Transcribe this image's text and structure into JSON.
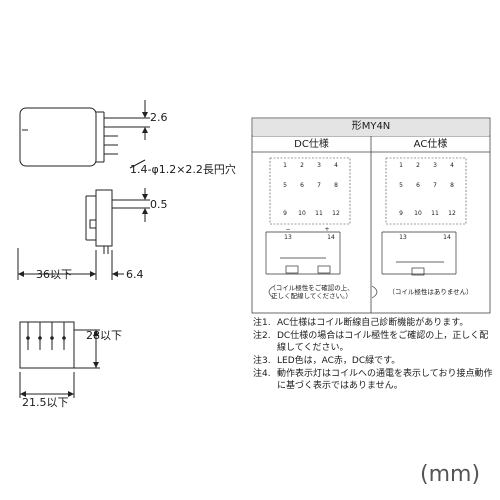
{
  "dimensions": {
    "pin_pitch": "2.6",
    "hole_spec": "1.4-φ1.2×2.2長円穴",
    "terminal_thickness": "0.5",
    "body_depth": "36以下",
    "terminal_length": "6.4",
    "height": "28以下",
    "width": "21.5以下"
  },
  "model_table": {
    "title": "形MY4N",
    "dc_header": "DC仕様",
    "ac_header": "AC仕様",
    "pins_top_row": [
      "1",
      "2",
      "3",
      "4"
    ],
    "pins_mid_row": [
      "5",
      "6",
      "7",
      "8"
    ],
    "pins_bottom_row": [
      "9",
      "10",
      "11",
      "12"
    ],
    "coil_pins": [
      "13",
      "14"
    ],
    "polarity_marks": [
      "−",
      "+"
    ],
    "dc_caption": [
      "（コイル極性をご確認の上、",
      "正しく配線してください。）"
    ],
    "ac_caption": "（コイル極性はありません）"
  },
  "notes": [
    {
      "label": "注1.",
      "text": "AC仕様はコイル断線自己診断機能があります。"
    },
    {
      "label": "注2.",
      "text": "DC仕様の場合はコイル極性をご確認の上，正しく配線してください。"
    },
    {
      "label": "注3.",
      "text": "LED色は，AC赤，DC緑です。"
    },
    {
      "label": "注4.",
      "text": "動作表示灯はコイルへの通電を表示しており接点動作に基づく表示ではありません。"
    }
  ],
  "unit_label": "(mm)"
}
